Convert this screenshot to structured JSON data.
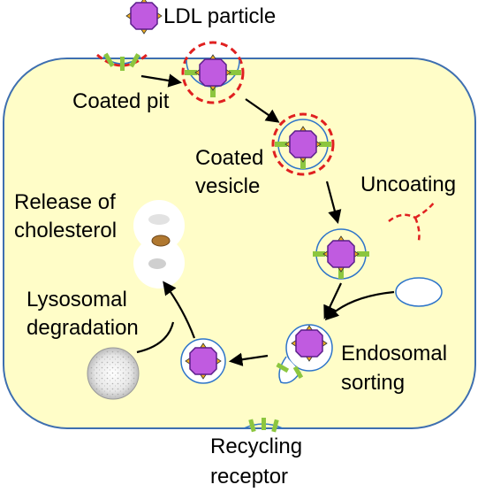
{
  "legend": {
    "label": "LDL particle"
  },
  "labels": {
    "coated_pit": "Coated pit",
    "coated_vesicle": [
      "Coated",
      "vesicle"
    ],
    "uncoating": "Uncoating",
    "release_of_cholesterol": [
      "Release of",
      "cholesterol"
    ],
    "lysosomal_degradation": [
      "Lysosomal",
      "degradation"
    ],
    "endosomal_sorting": [
      "Endosomal",
      "sorting"
    ],
    "recycling_receptor": [
      "Recycling",
      "receptor"
    ]
  },
  "colors": {
    "cell_fill": "#FFFDC8",
    "cell_stroke": "#3E6FB0",
    "ldl_fill": "#C05BE0",
    "ldl_stroke": "#5A1E8A",
    "apo_fill": "#F0B020",
    "receptor": "#8CC63F",
    "clathrin": "#E02020",
    "membrane": "#2E75C9"
  },
  "icons": [
    "ldl-particle-icon",
    "receptor-icon",
    "clathrin-coat-icon",
    "lysosome-icon",
    "cholesterol-icon"
  ]
}
